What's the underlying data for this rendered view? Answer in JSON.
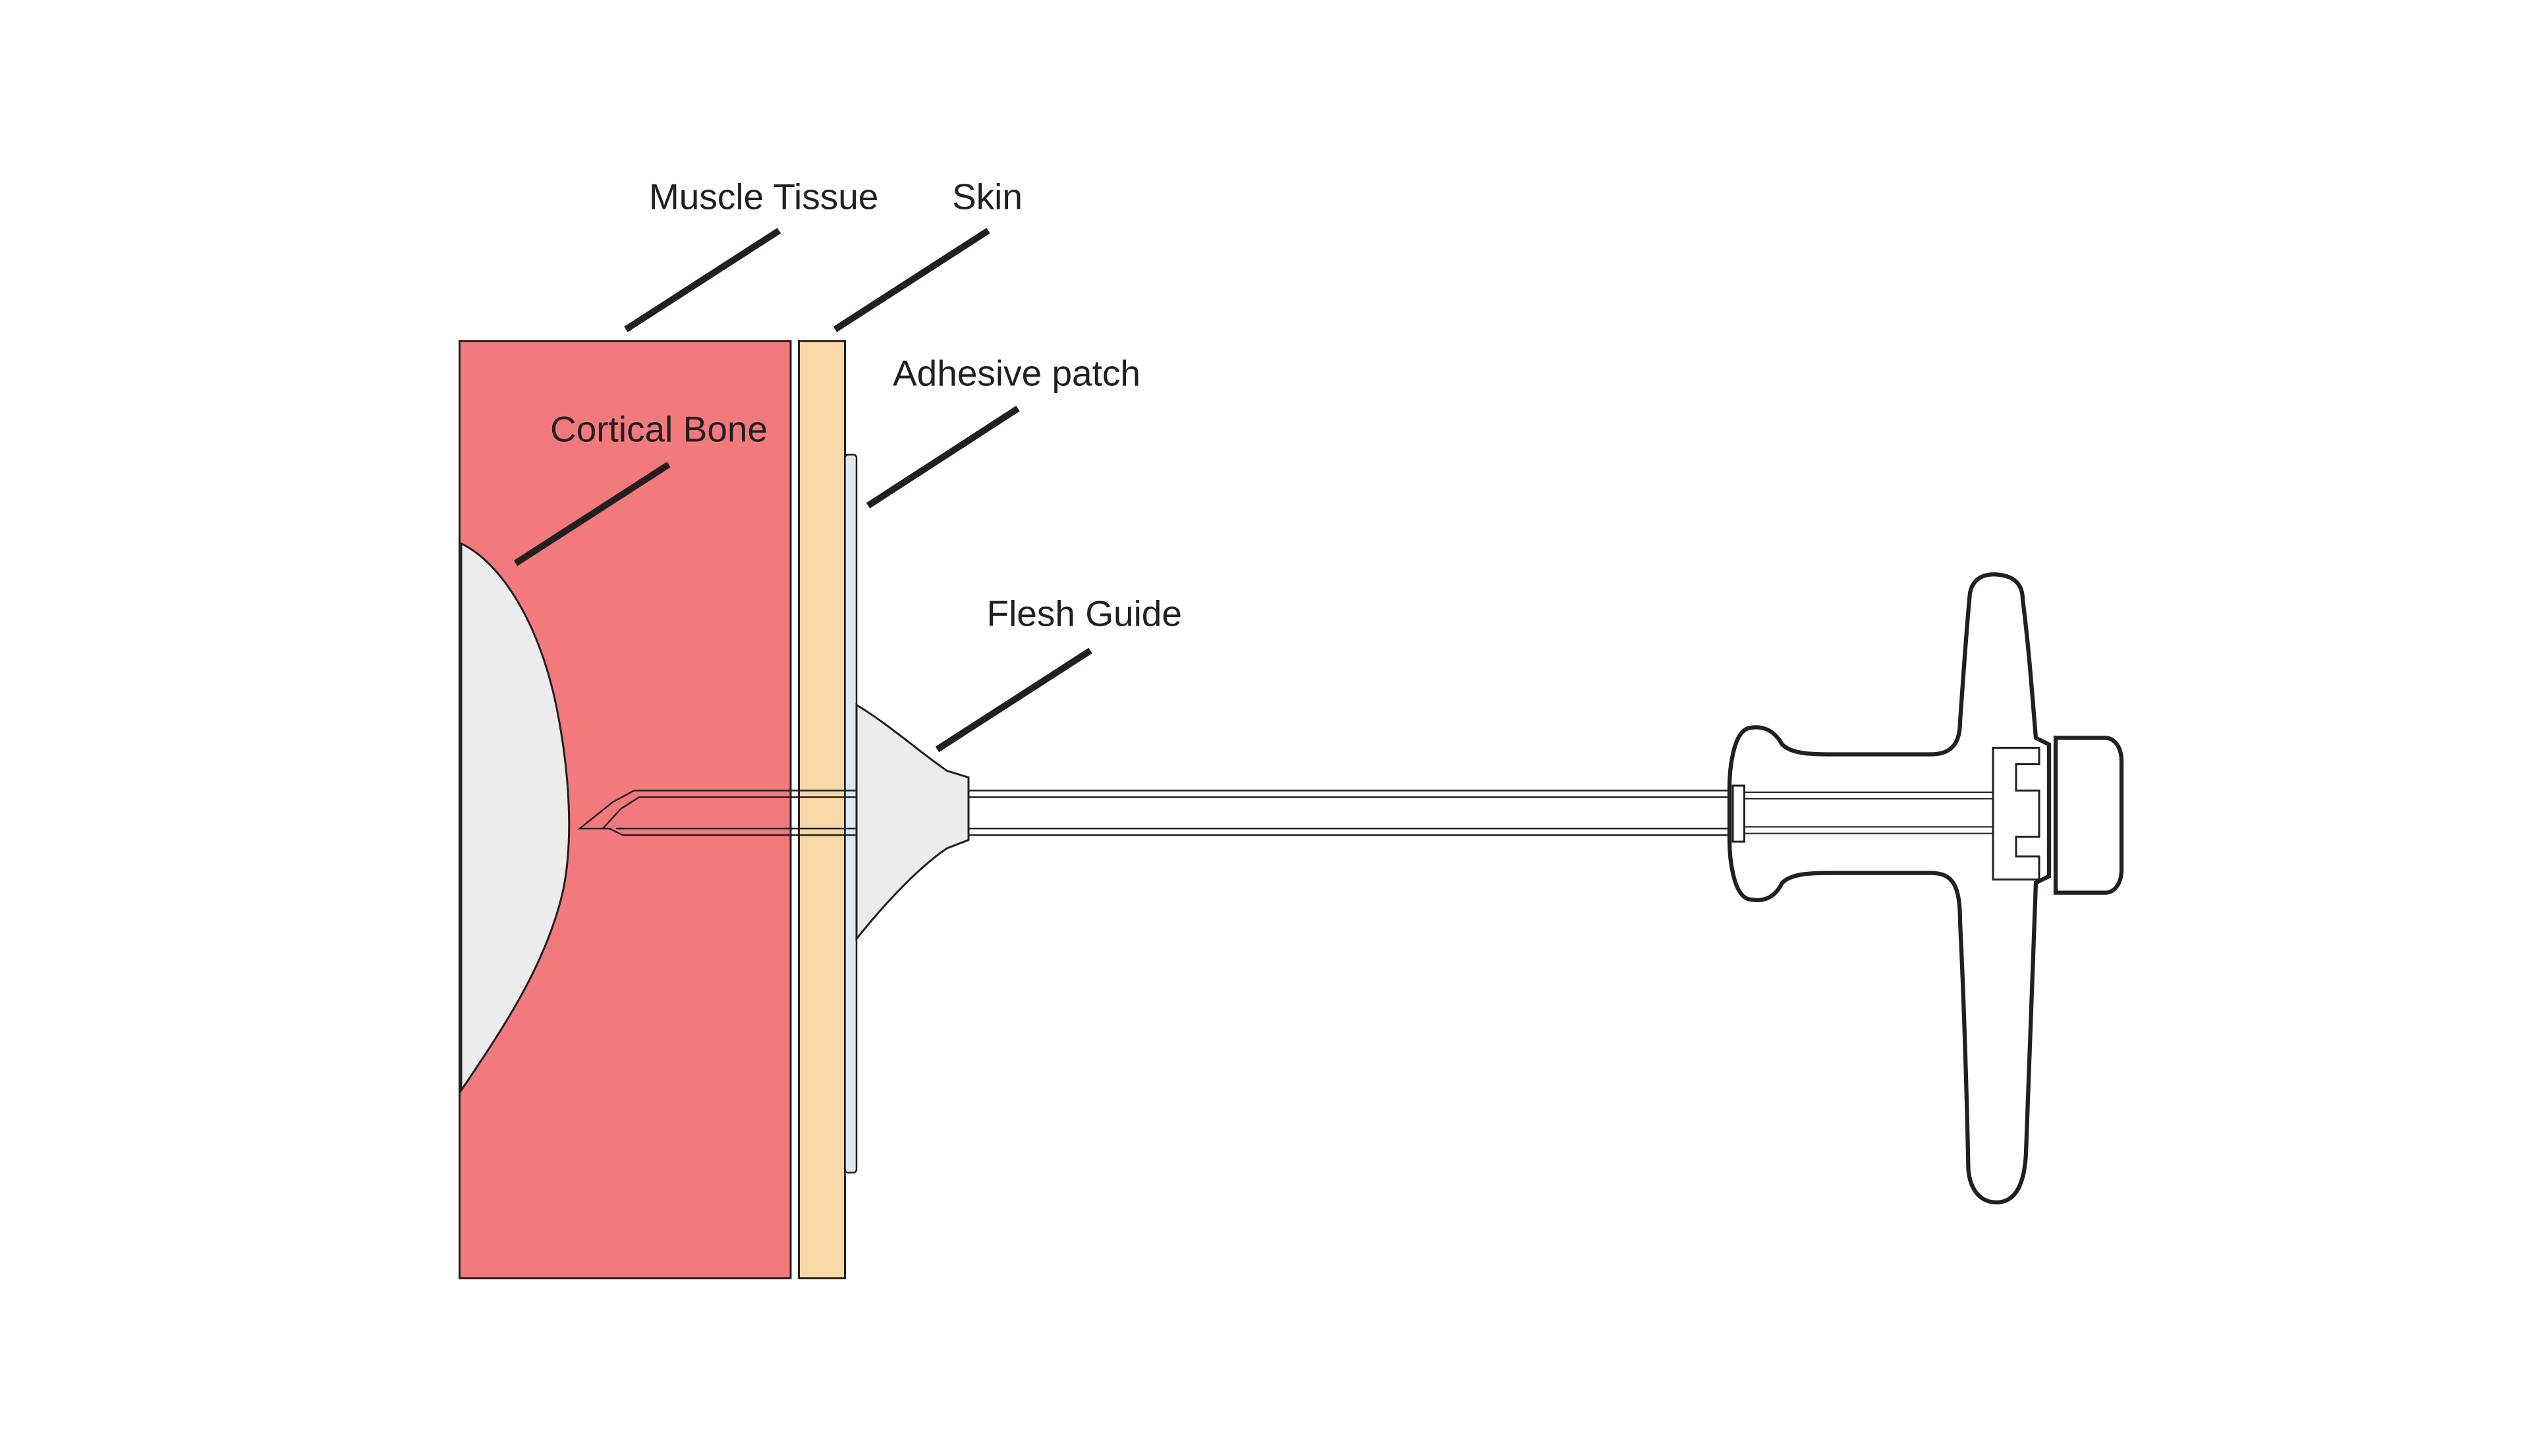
{
  "labels": {
    "muscle_tissue": "Muscle Tissue",
    "skin": "Skin",
    "adhesive_patch": "Adhesive patch",
    "cortical_bone": "Cortical Bone",
    "flesh_guide": "Flesh Guide"
  },
  "colors": {
    "muscle": "#f27a7d",
    "skin": "#f8d8a7",
    "bone": "#ececec",
    "patch": "#dfe9ec",
    "guide": "#ececec",
    "outline": "#231f20",
    "background": "#ffffff"
  }
}
